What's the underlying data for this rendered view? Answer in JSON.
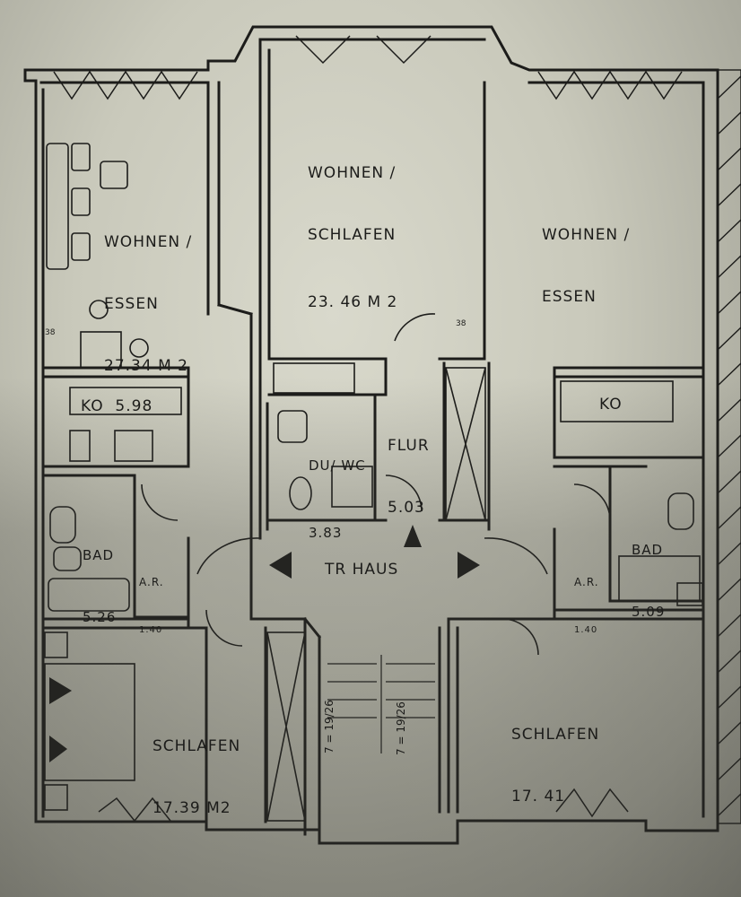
{
  "rooms": {
    "left_living": {
      "name_line1": "WOHNEN /",
      "name_line2": "ESSEN",
      "area": "27.34 M 2"
    },
    "center_living": {
      "name_line1": "WOHNEN /",
      "name_line2": "SCHLAFEN",
      "area": "23. 46 M 2"
    },
    "right_living": {
      "name_line1": "WOHNEN /",
      "name_line2": "ESSEN"
    },
    "left_kitchen": {
      "label": "KO  5.98"
    },
    "right_kitchen": {
      "label": "KO"
    },
    "flur": {
      "name": "FLUR",
      "area": "5.03"
    },
    "du_wc": {
      "name": "DU/ WC",
      "area": "3.83"
    },
    "left_bath": {
      "name": "BAD",
      "area": "5.26"
    },
    "right_bath": {
      "name": "BAD",
      "area": "5.09"
    },
    "left_storage": {
      "name": "A.R.",
      "area": "1.40"
    },
    "right_storage": {
      "name": "A.R.",
      "area": "1.40"
    },
    "stairwell": {
      "name": "TR HAUS"
    },
    "left_bedroom": {
      "name": "SCHLAFEN",
      "area": "17.39 M2"
    },
    "right_bedroom": {
      "name": "SCHLAFEN",
      "area": "17. 41"
    }
  },
  "dimension_marks": {
    "left_38": "38",
    "center_38": "38"
  },
  "stairs": {
    "left_flight": "7 = 19/26",
    "right_flight": "7 = 19/26"
  },
  "colors": {
    "ink": "#1c1c1a",
    "paper": "#d2d2c4",
    "photo_edge": "#6f6f67"
  }
}
